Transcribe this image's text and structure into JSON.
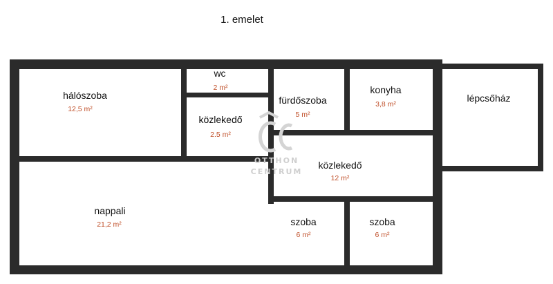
{
  "plan": {
    "title": "1. emelet",
    "rooms": [
      {
        "name": "hálószoba",
        "area": "12,5 m²"
      },
      {
        "name": "wc",
        "area": "2 m²"
      },
      {
        "name": "közlekedő",
        "area": "2.5 m²"
      },
      {
        "name": "fürdőszoba",
        "area": "5 m²"
      },
      {
        "name": "konyha",
        "area": "3,8 m²"
      },
      {
        "name": "lépcsőház",
        "area": ""
      },
      {
        "name": "közlekedő",
        "area": "12 m²"
      },
      {
        "name": "nappali",
        "area": "21,2 m²"
      },
      {
        "name": "szoba",
        "area": "6 m²"
      },
      {
        "name": "szoba",
        "area": "6 m²"
      }
    ],
    "colors": {
      "wall": "#2b2b2b",
      "area_text": "#c0502a",
      "watermark": "#cfcfcf"
    }
  },
  "watermark": {
    "line1": "OTTHON",
    "line2": "CENTRUM"
  }
}
